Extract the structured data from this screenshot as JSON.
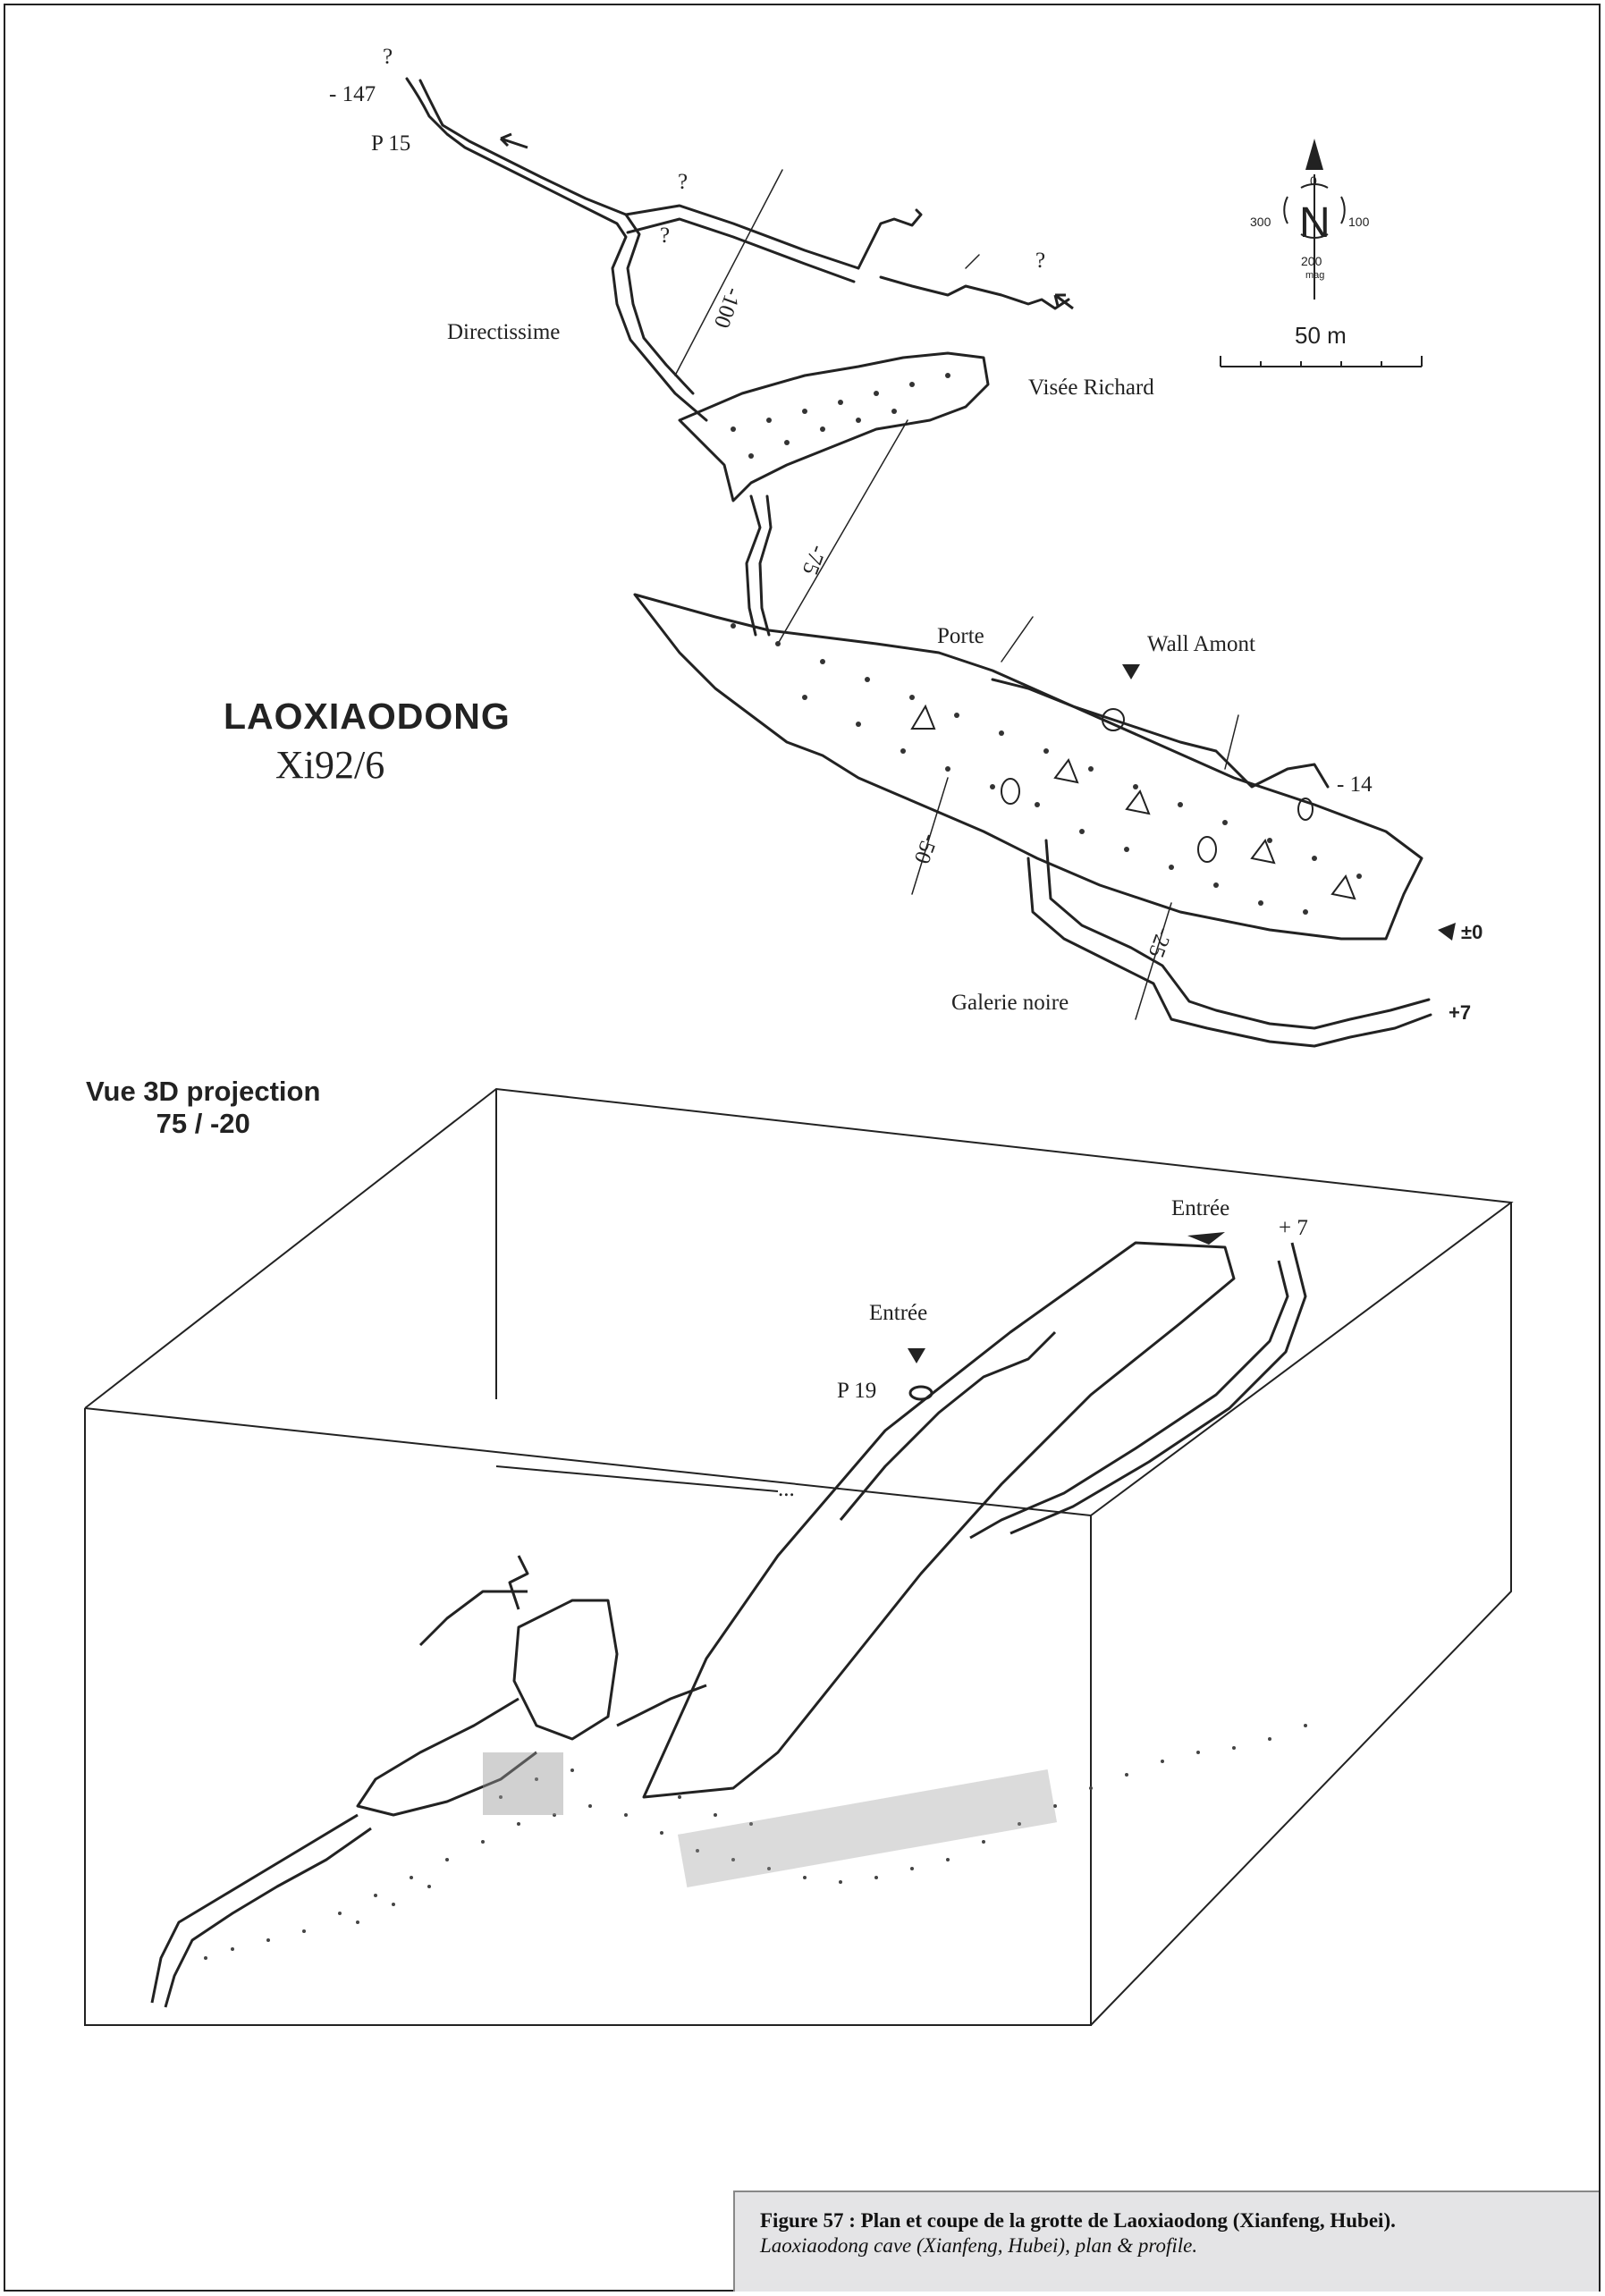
{
  "map": {
    "title": "LAOXIAODONG",
    "code": "Xi92/6",
    "plan_labels": {
      "question_top": "?",
      "depth_147": "- 147",
      "p15": "P 15",
      "question_a": "?",
      "question_b": "?",
      "question_c": "?",
      "directissime": "Directissime",
      "visee_richard": "Visée Richard",
      "contour_100": "-100",
      "contour_75": "-75",
      "contour_50": "-50",
      "contour_25": "-25",
      "porte": "Porte",
      "wall_amont": "Wall Amont",
      "depth_14": "- 14",
      "depth_0": "±0",
      "depth_7": "+7",
      "galerie_noire": "Galerie noire"
    },
    "compass": {
      "north": "N",
      "deg_0": "0",
      "deg_100": "100",
      "deg_200": "200",
      "deg_300": "300",
      "mag": "mag"
    },
    "scale": {
      "label": "50 m"
    },
    "view3d": {
      "title_line1": "Vue 3D projection",
      "title_line2": "75 / -20",
      "entree_1": "Entrée",
      "entree_2": "Entrée",
      "plus7": "+ 7",
      "p19": "P 19",
      "dots": "..."
    }
  },
  "caption": {
    "line1": "Figure 57 : Plan et coupe de la grotte de Laoxiaodong (Xianfeng, Hubei).",
    "line2": "Laoxiaodong cave (Xianfeng, Hubei), plan & profile."
  },
  "colors": {
    "ink": "#222222",
    "caption_bg": "#e4e4e6"
  }
}
